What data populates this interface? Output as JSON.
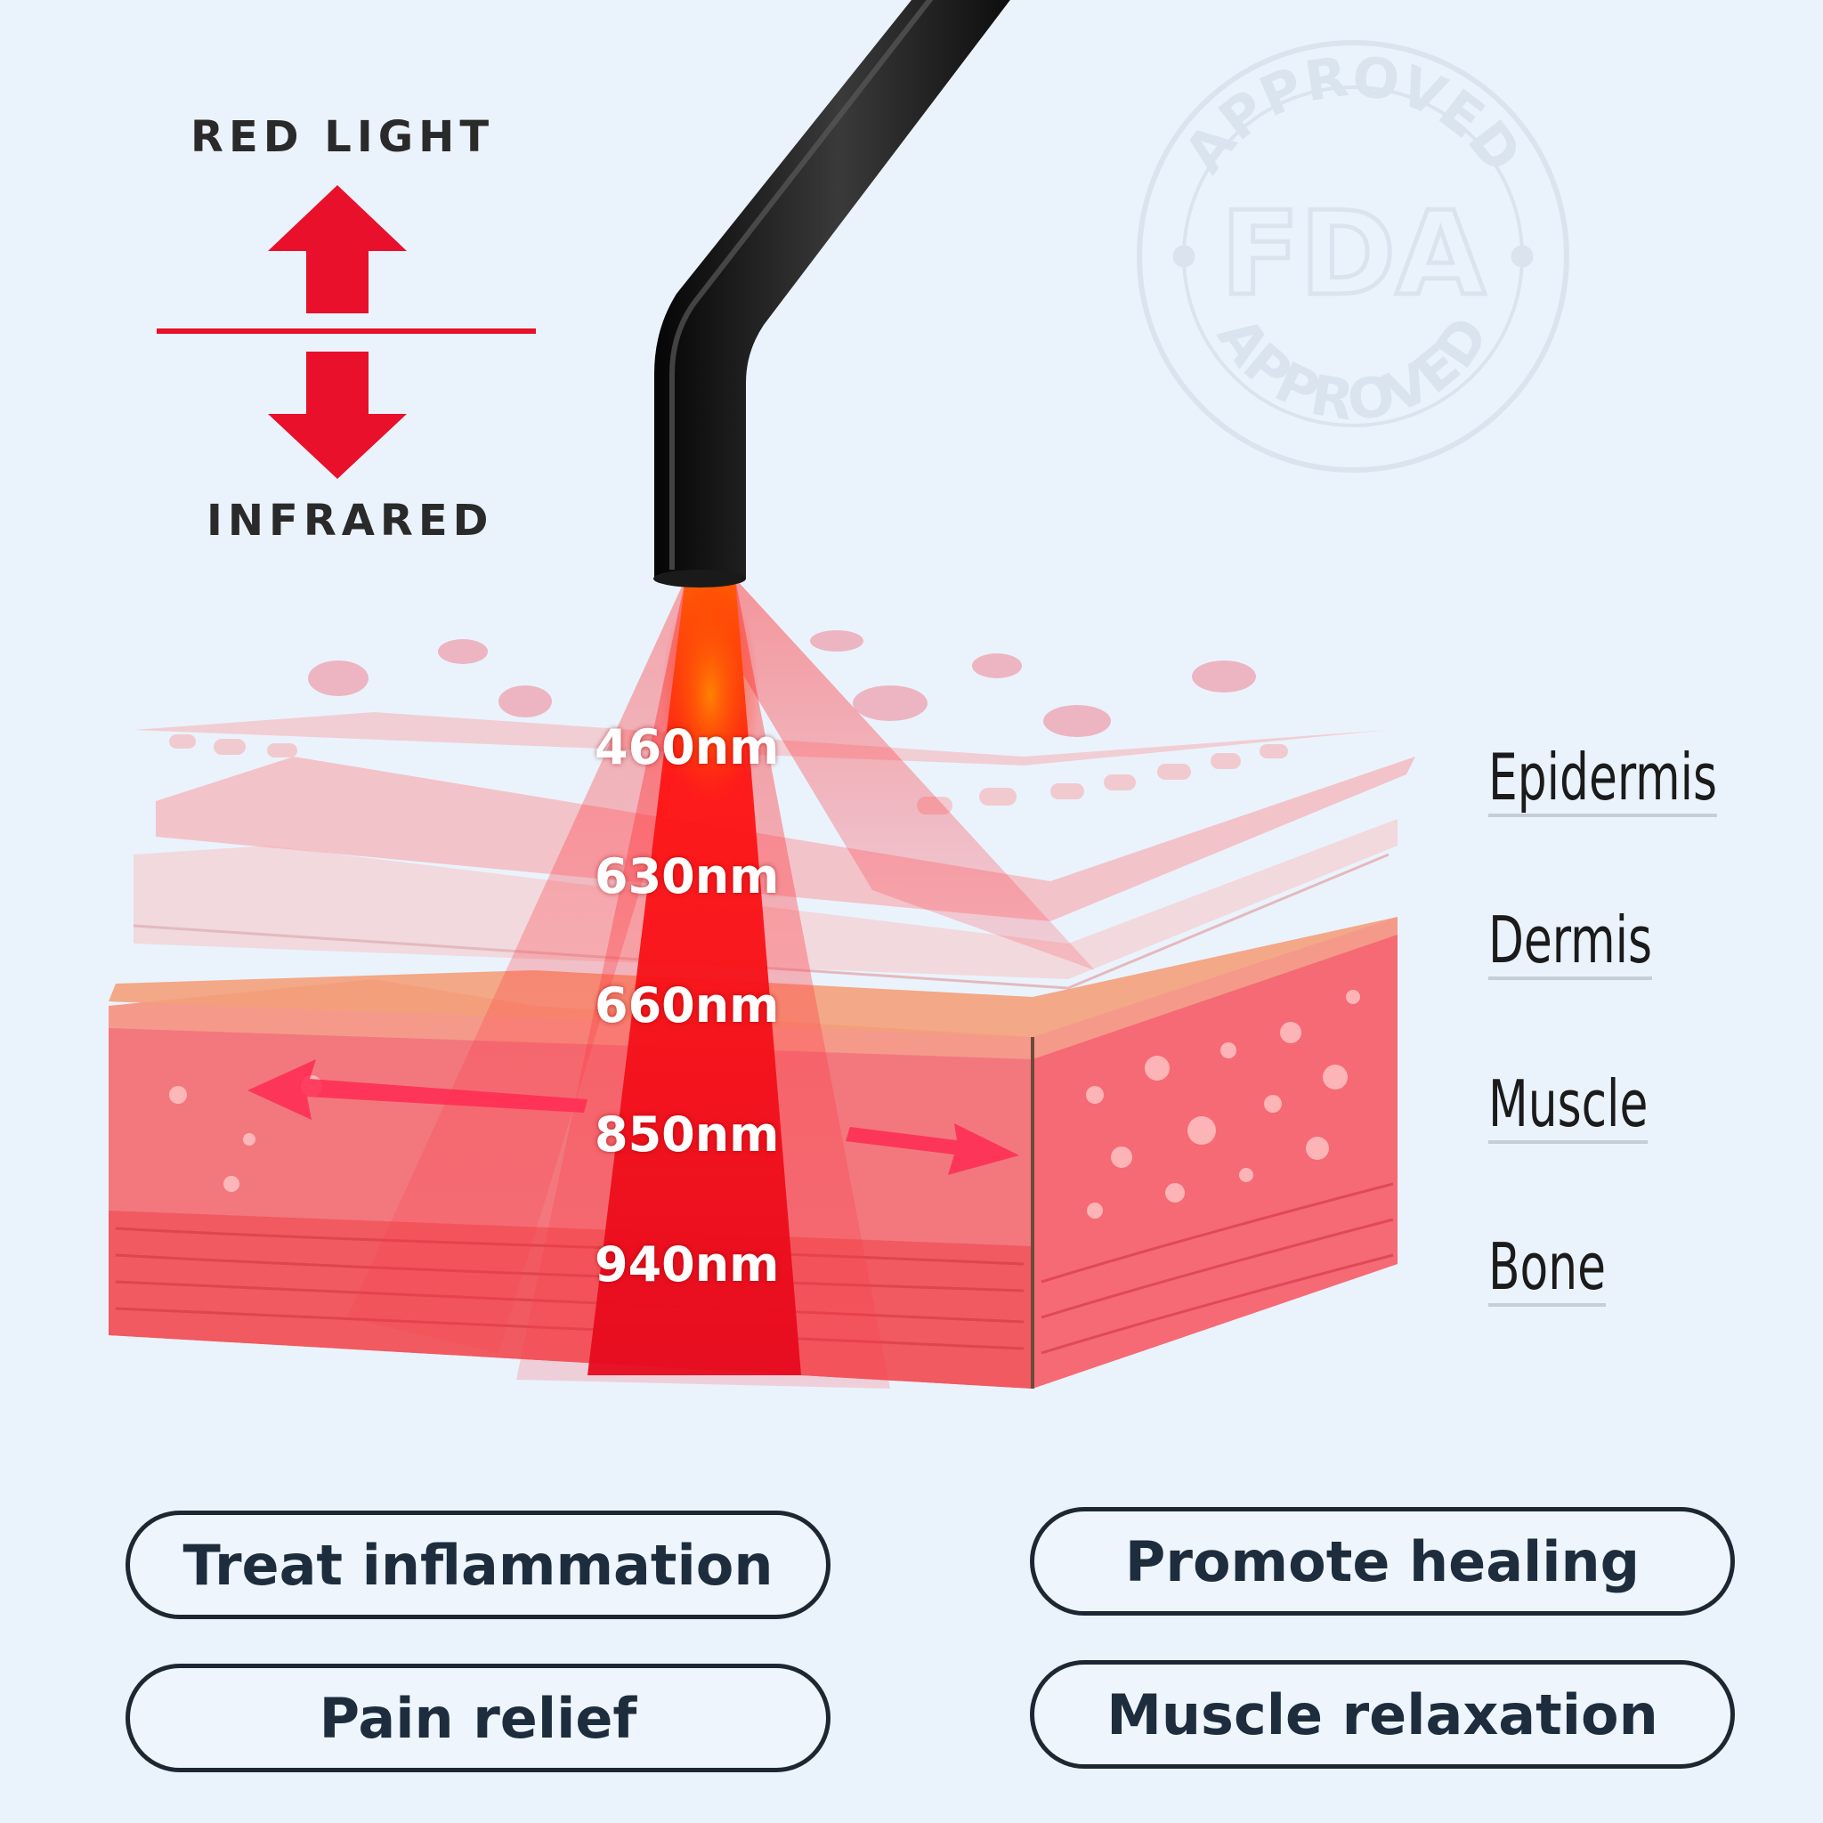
{
  "direction": {
    "top_label": "RED LIGHT",
    "bottom_label": "INFRARED"
  },
  "wavelengths": [
    "460nm",
    "630nm",
    "660nm",
    "850nm",
    "940nm"
  ],
  "layers": [
    "Epidermis",
    "Dermis",
    "Muscle",
    "Bone"
  ],
  "benefits": [
    "Treat inflammation",
    "Promote healing",
    "Pain relief",
    "Muscle relaxation"
  ],
  "stamp": {
    "top_text": "APPROVED",
    "center_text": "FDA",
    "bottom_text": "APPROVED"
  },
  "colors": {
    "accent_red": "#e8102a",
    "beam_red": "#ff1a1a",
    "background": "#eaf3fc",
    "pill_border": "#1d2733"
  }
}
